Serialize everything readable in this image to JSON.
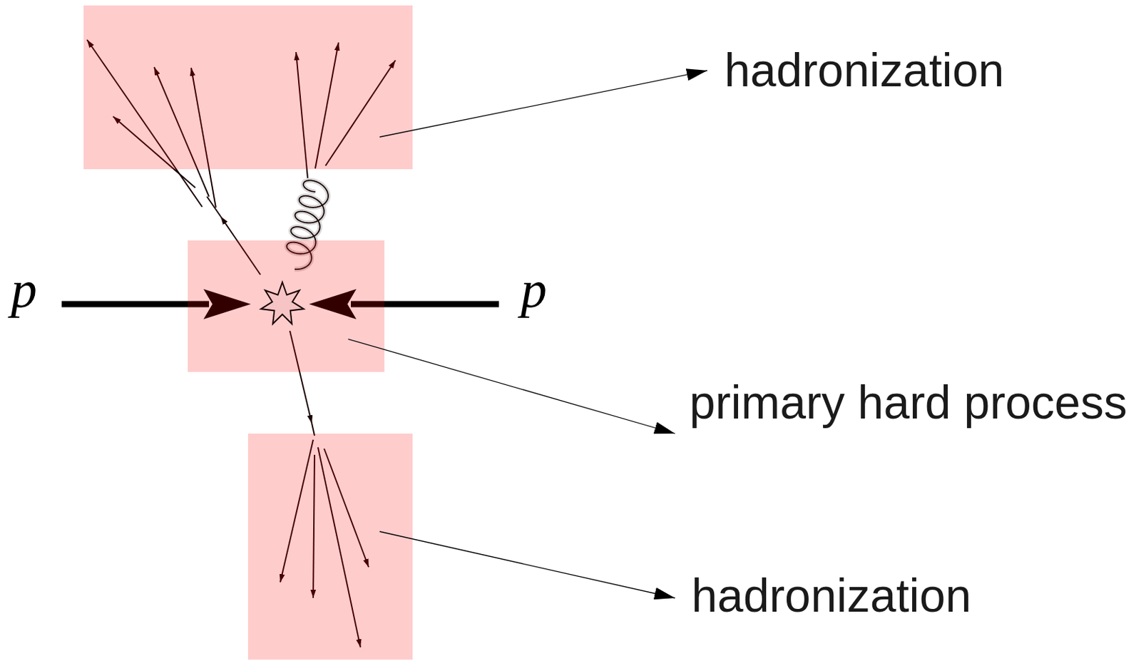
{
  "diagram": {
    "labels": [
      "hadronization",
      "p",
      "p",
      "primary hard process",
      "hadronization"
    ]
  }
}
